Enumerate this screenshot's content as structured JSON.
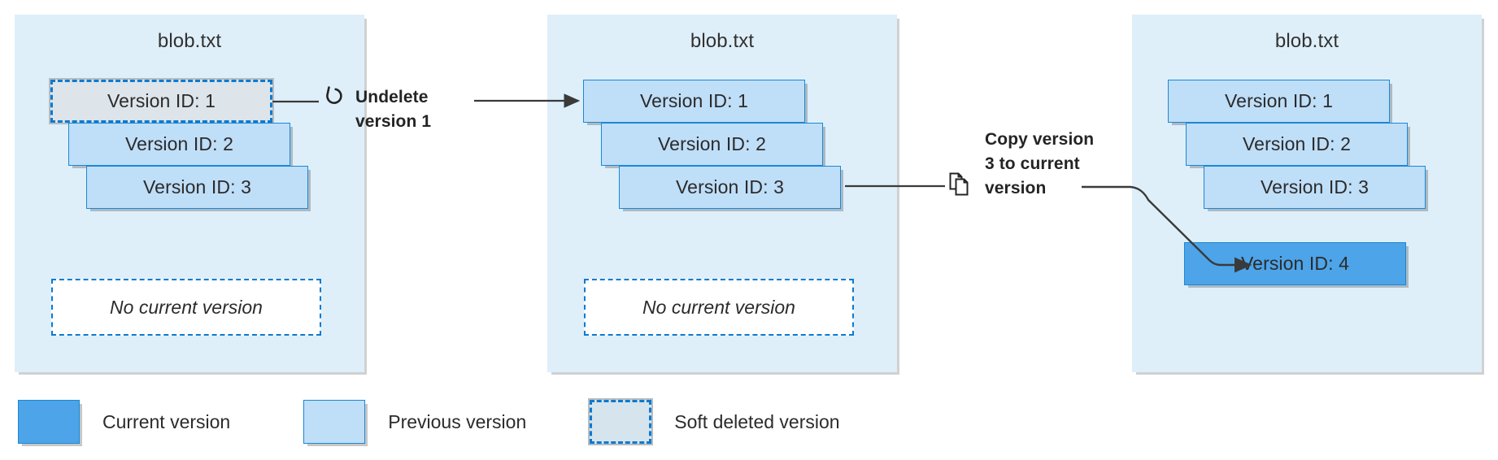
{
  "diagram": {
    "title": "Blob versioning undelete and copy flow",
    "colors": {
      "panel_background": "#deeffa",
      "previous_version": "#bfdef8",
      "current_version": "#4da4e8",
      "soft_deleted": "#dde5ea",
      "border_blue": "#1b88d3",
      "dashed_blue": "#0d7ad0",
      "text": "#2b2b2b"
    }
  },
  "panels": [
    {
      "id": "panel-0",
      "title": "blob.txt",
      "versions": [
        {
          "label": "Version ID: 1",
          "state": "soft-deleted"
        },
        {
          "label": "Version ID: 2",
          "state": "previous"
        },
        {
          "label": "Version ID: 3",
          "state": "previous"
        }
      ],
      "current_version_placeholder": "No current version"
    },
    {
      "id": "panel-1",
      "title": "blob.txt",
      "versions": [
        {
          "label": "Version ID: 1",
          "state": "previous"
        },
        {
          "label": "Version ID: 2",
          "state": "previous"
        },
        {
          "label": "Version ID: 3",
          "state": "previous"
        }
      ],
      "current_version_placeholder": "No current version"
    },
    {
      "id": "panel-2",
      "title": "blob.txt",
      "versions": [
        {
          "label": "Version ID: 1",
          "state": "previous"
        },
        {
          "label": "Version ID: 2",
          "state": "previous"
        },
        {
          "label": "Version ID: 3",
          "state": "previous"
        }
      ],
      "current_version": {
        "label": "Version ID: 4",
        "state": "current"
      }
    }
  ],
  "annotations": [
    {
      "id": "annot-undelete",
      "icon": "undo-icon",
      "line1": "Undelete",
      "line2": "version 1",
      "text": "Undelete version 1"
    },
    {
      "id": "annot-copy",
      "icon": "copy-icon",
      "line1": "Copy version",
      "line2": "3 to current",
      "line3": "version",
      "text": "Copy version 3 to current version"
    }
  ],
  "legend": {
    "items": [
      {
        "swatch": "current",
        "label": "Current version"
      },
      {
        "swatch": "previous",
        "label": "Previous version"
      },
      {
        "swatch": "deleted",
        "label": "Soft deleted version"
      }
    ]
  }
}
